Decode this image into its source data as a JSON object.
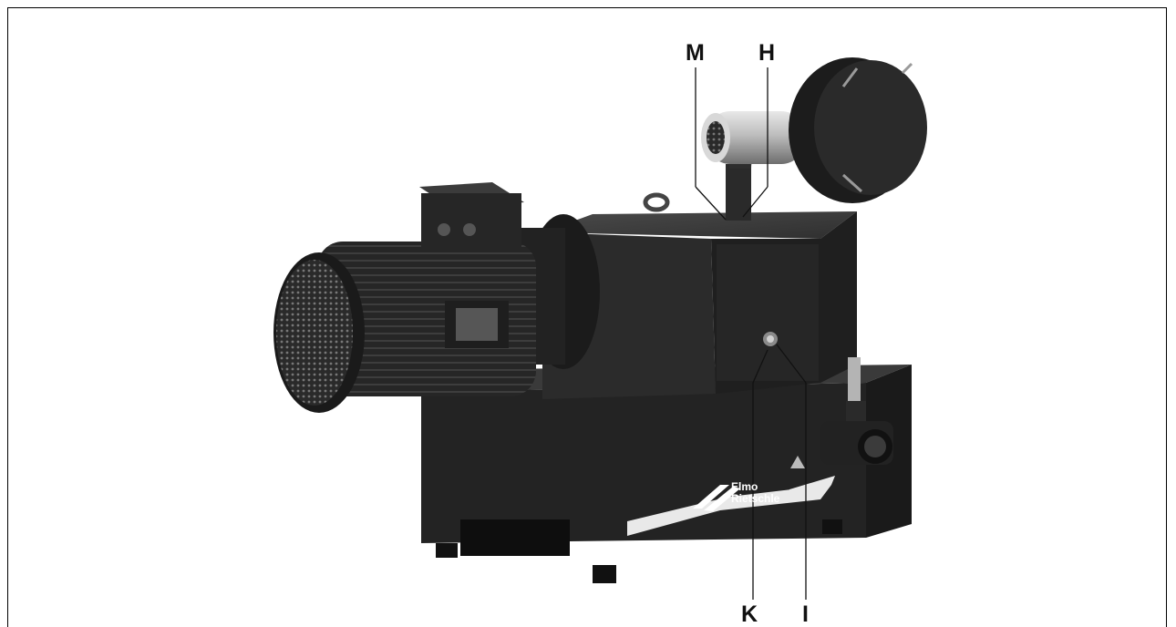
{
  "callouts": {
    "m": "M",
    "h": "H",
    "k": "K",
    "i": "I"
  },
  "brand": {
    "line1": "Elmo",
    "line2": "Rietschle"
  }
}
